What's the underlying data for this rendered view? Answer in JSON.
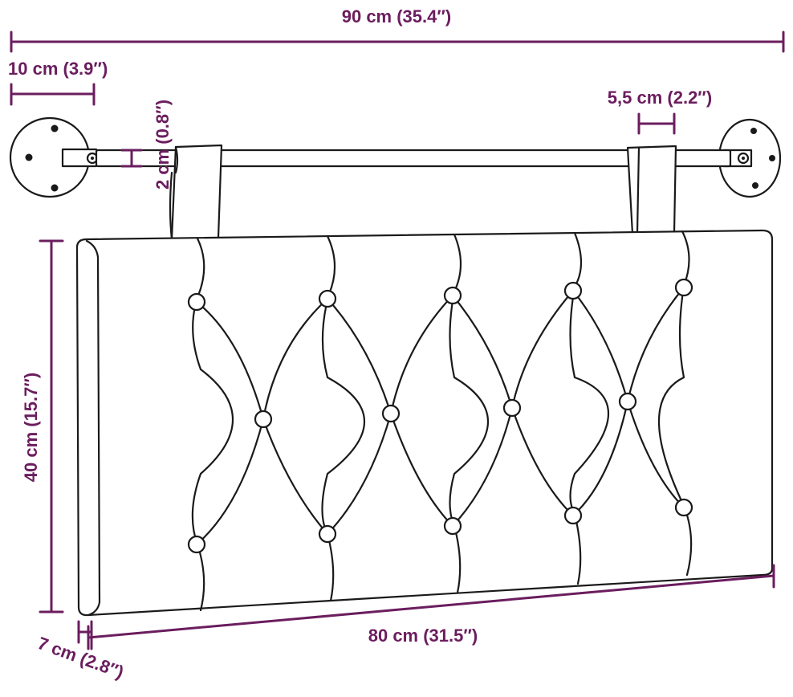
{
  "dimensions": {
    "overall_width": "90 cm (35.4″)",
    "bracket_width": "10 cm (3.9″)",
    "strap_width": "5,5 cm (2.2″)",
    "rod_diameter": "2 cm (0.8″)",
    "cushion_height": "40 cm (15.7″)",
    "cushion_width": "80 cm (31.5″)",
    "cushion_depth": "7 cm (2.8″)"
  },
  "colors": {
    "dimension": "#6b1d5e",
    "outline": "#1a1a1a"
  }
}
